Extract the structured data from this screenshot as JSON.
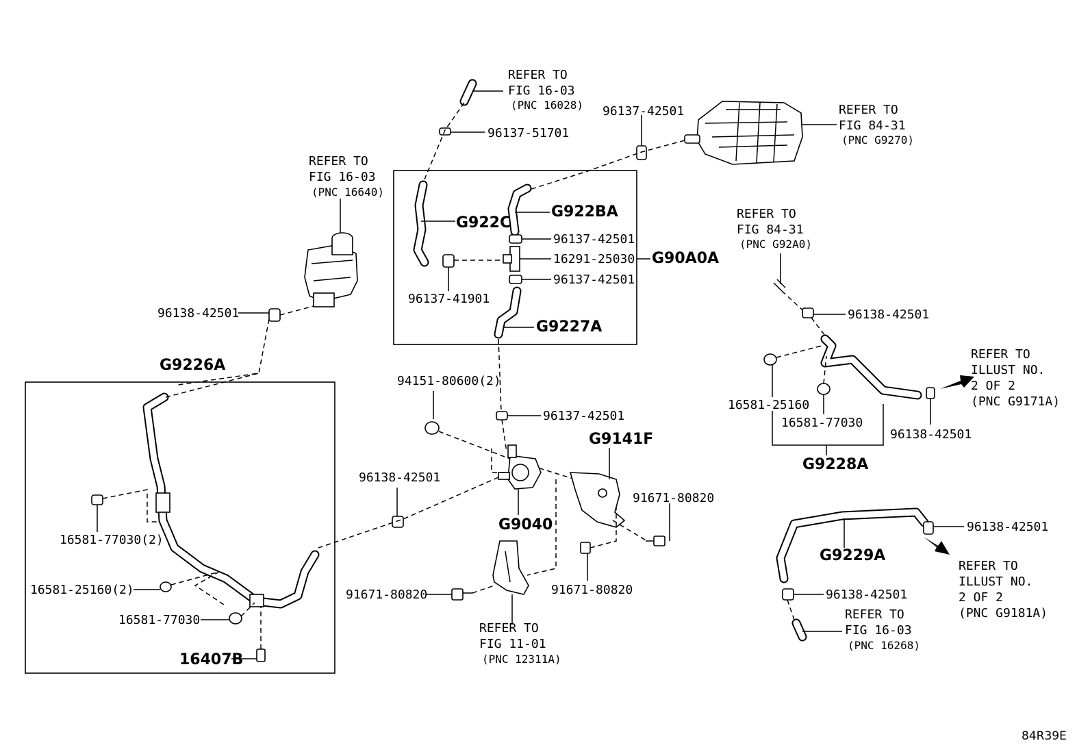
{
  "diagram_code": "84R39E",
  "labels": {
    "refer_1603_top": {
      "line1": "REFER TO",
      "line2": "FIG 16-03",
      "line3": "(PNC 16028)"
    },
    "p96137_51701": "96137-51701",
    "p96137_42501_top": "96137-42501",
    "refer_8431_top": {
      "line1": "REFER TO",
      "line2": "FIG 84-31",
      "line3": "(PNC G9270)"
    },
    "refer_1603_tank": {
      "line1": "REFER TO",
      "line2": "FIG 16-03",
      "line3": "(PNC 16640)"
    },
    "g922c": "G922C",
    "g922ba": "G922BA",
    "p96137_42501_a": "96137-42501",
    "p16291_25030": "16291-25030",
    "g90a0a": "G90A0A",
    "p96137_42501_b": "96137-42501",
    "p96137_41901": "96137-41901",
    "g9227a": "G9227A",
    "p96138_42501_tank": "96138-42501",
    "g9226a": "G9226A",
    "p94151_80600": "94151-80600(2)",
    "p96137_42501_mid": "96137-42501",
    "g9141f": "G9141F",
    "p96138_42501_mid": "96138-42501",
    "p91671_80820_r": "91671-80820",
    "g9040": "G9040",
    "p16581_77030_2": "16581-77030(2)",
    "p16581_25160_2": "16581-25160(2)",
    "p16581_77030": "16581-77030",
    "p16407b": "16407B",
    "p91671_80820_l": "91671-80820",
    "p91671_80820_m": "91671-80820",
    "refer_1101": {
      "line1": "REFER TO",
      "line2": "FIG 11-01",
      "line3": "(PNC 12311A)"
    },
    "refer_8431_right": {
      "line1": "REFER TO",
      "line2": "FIG 84-31",
      "line3": "(PNC G92A0)"
    },
    "p96138_42501_r1": "96138-42501",
    "p16581_25160_r": "16581-25160",
    "p16581_77030_r": "16581-77030",
    "g9228a": "G9228A",
    "p96138_42501_r2": "96138-42501",
    "refer_illust_9171": {
      "line1": "REFER TO",
      "line2": "ILLUST NO.",
      "line3": "2 OF 2",
      "line4": "(PNC G9171A)"
    },
    "g9229a": "G9229A",
    "p96138_42501_r3": "96138-42501",
    "p96138_42501_r4": "96138-42501",
    "refer_illust_9181": {
      "line1": "REFER TO",
      "line2": "ILLUST NO.",
      "line3": "2 OF 2",
      "line4": "(PNC G9181A)"
    },
    "refer_1603_bottom": {
      "line1": "REFER TO",
      "line2": "FIG 16-03",
      "line3": "(PNC 16268)"
    }
  }
}
